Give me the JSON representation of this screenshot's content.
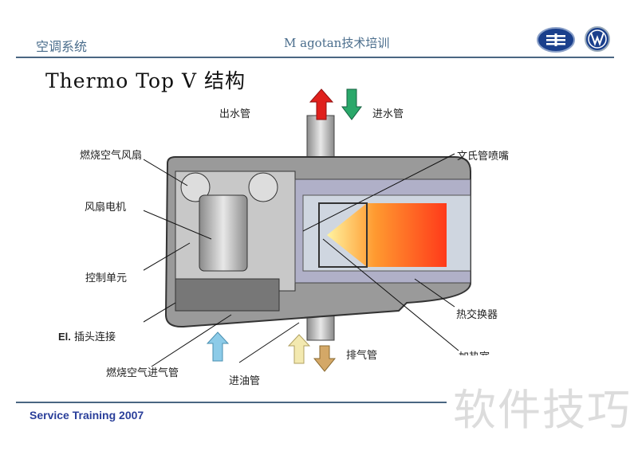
{
  "header": {
    "section": "空调系统",
    "course": "M agotan技术培训",
    "logos": [
      "faw-logo",
      "vw-logo"
    ]
  },
  "slide": {
    "title": "Thermo Top V  结构"
  },
  "diagram": {
    "labels": {
      "water_out": "出水管",
      "water_in": "进水管",
      "combustion_fan": "燃烧空气风扇",
      "venturi_nozzle": "文氏管喷嘴",
      "fan_motor": "风扇电机",
      "control_unit": "控制单元",
      "heat_exchanger": "热交换器",
      "el_prefix": "El.",
      "plug_connection": "插头连接",
      "exhaust_pipe": "排气管",
      "heating_chamber": "加热室",
      "combustion_air_intake": "燃烧空气进气管",
      "fuel_inlet": "进油管"
    },
    "colors": {
      "water_out_arrow": "#e0201c",
      "water_in_arrow": "#2aa86a",
      "air_in_arrow": "#8ccbe8",
      "fuel_arrow": "#f3e9b0",
      "exhaust_arrow": "#d4a867",
      "flame": "#ff5a1f"
    }
  },
  "footer": {
    "text": "Service Training  2007"
  },
  "watermark": "软件技巧"
}
